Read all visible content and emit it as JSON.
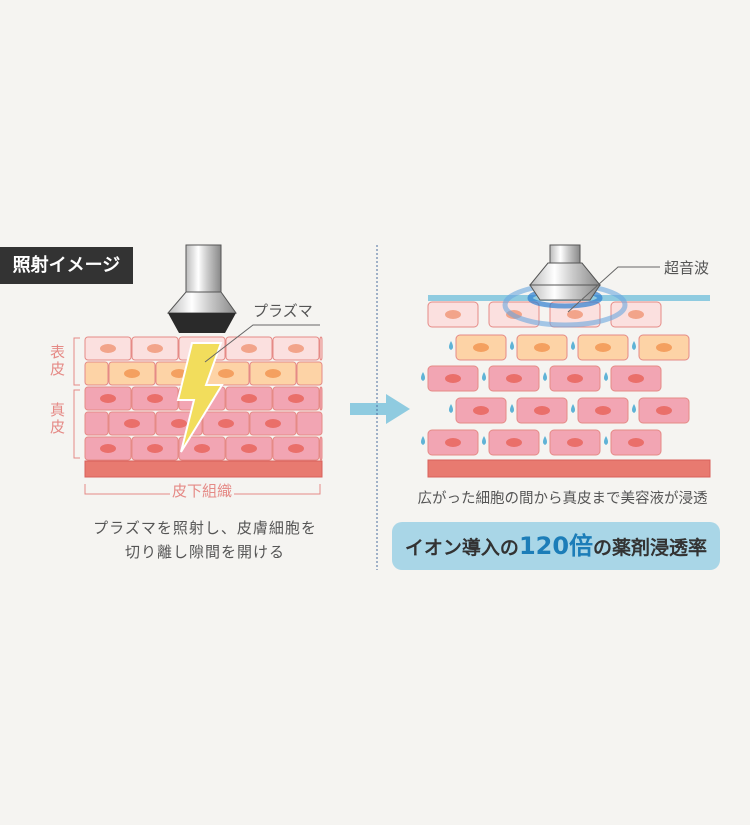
{
  "badge": "照射イメージ",
  "left": {
    "pointer_label": "プラズマ",
    "epidermis": "表皮",
    "dermis": "真皮",
    "subcutaneous": "皮下組織",
    "caption_line1": "プラズマを照射し、皮膚細胞を",
    "caption_line2": "切り離し隙間を開ける"
  },
  "right": {
    "pointer_label": "超音波",
    "caption": "広がった細胞の間から真皮まで美容液が浸透",
    "highlight_pre": "イオン導入の",
    "highlight_num": "120倍",
    "highlight_post": "の薬剤浸透率"
  },
  "colors": {
    "badge": "#333333",
    "arrow": "#8fcbe0",
    "pill": "#a9d6e7",
    "accent": "#1c7db8",
    "cell_pink": "#f2a5b3",
    "cell_peach": "#fdd3a6",
    "cell_light": "#fbe0df",
    "base": "#e87a70"
  }
}
